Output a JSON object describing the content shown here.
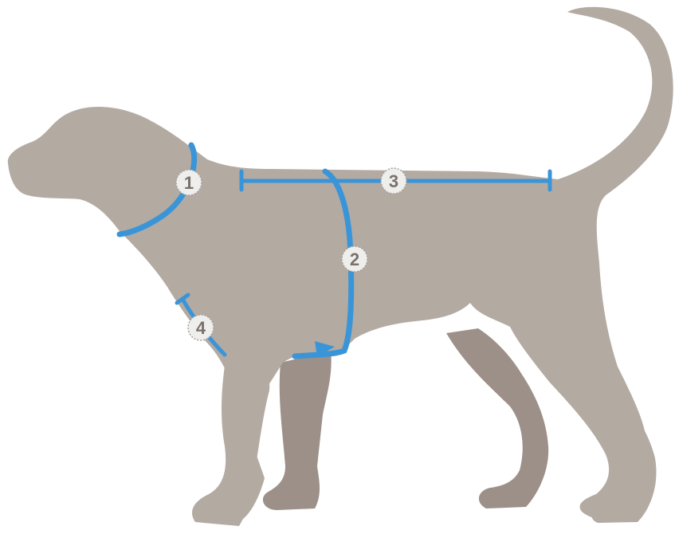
{
  "colors": {
    "background": "#ffffff",
    "dog_body": "#b3aaa2",
    "dog_far_legs": "#9c9088",
    "measure_line": "#3a95d8",
    "marker_fill": "#eeeeec",
    "marker_stroke": "#a8a09a",
    "marker_text": "#7a716c"
  },
  "markers": {
    "m1": "1",
    "m2": "2",
    "m3": "3",
    "m4": "4"
  }
}
